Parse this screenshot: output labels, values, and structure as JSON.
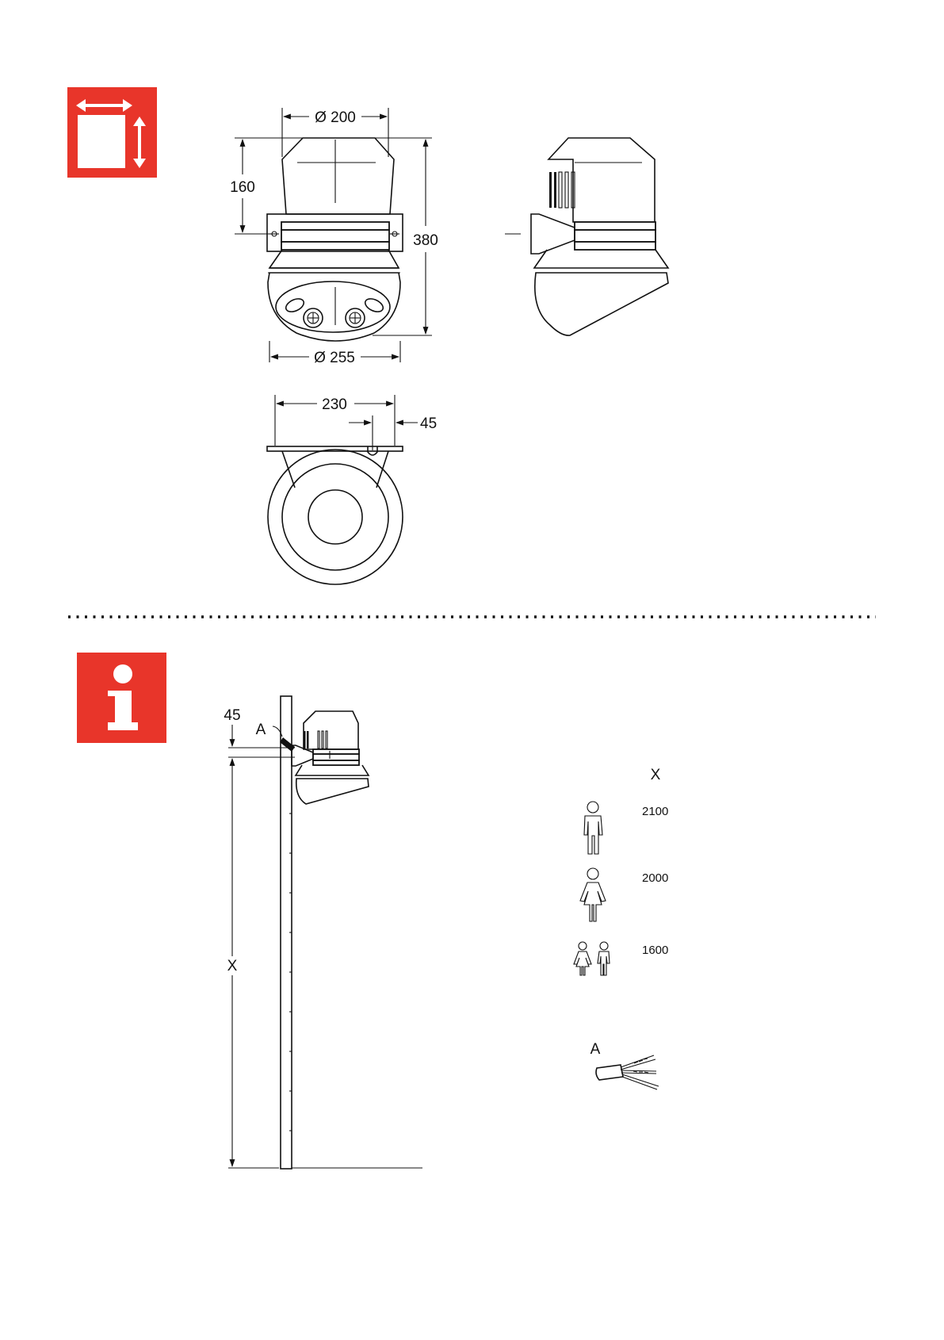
{
  "colors": {
    "badge_red": "#e8352a",
    "line": "#111111",
    "background": "#ffffff"
  },
  "icons": {
    "dimensions_badge": "dimensions-icon",
    "info_badge": "info-icon"
  },
  "dimensions": {
    "diameter_top": "Ø 200",
    "height_upper": "160",
    "height_total": "380",
    "diameter_bottom": "Ø 255",
    "plate_width": "230",
    "offset": "45"
  },
  "installation": {
    "offset_label": "45",
    "cable_marker": "A",
    "height_variable": "X",
    "table_header": "X",
    "rows": [
      {
        "figure": "man-figure-icon",
        "value": "2100"
      },
      {
        "figure": "woman-figure-icon",
        "value": "2000"
      },
      {
        "figure": "children-figure-icon",
        "value": "1600"
      }
    ],
    "detail_label": "A"
  }
}
